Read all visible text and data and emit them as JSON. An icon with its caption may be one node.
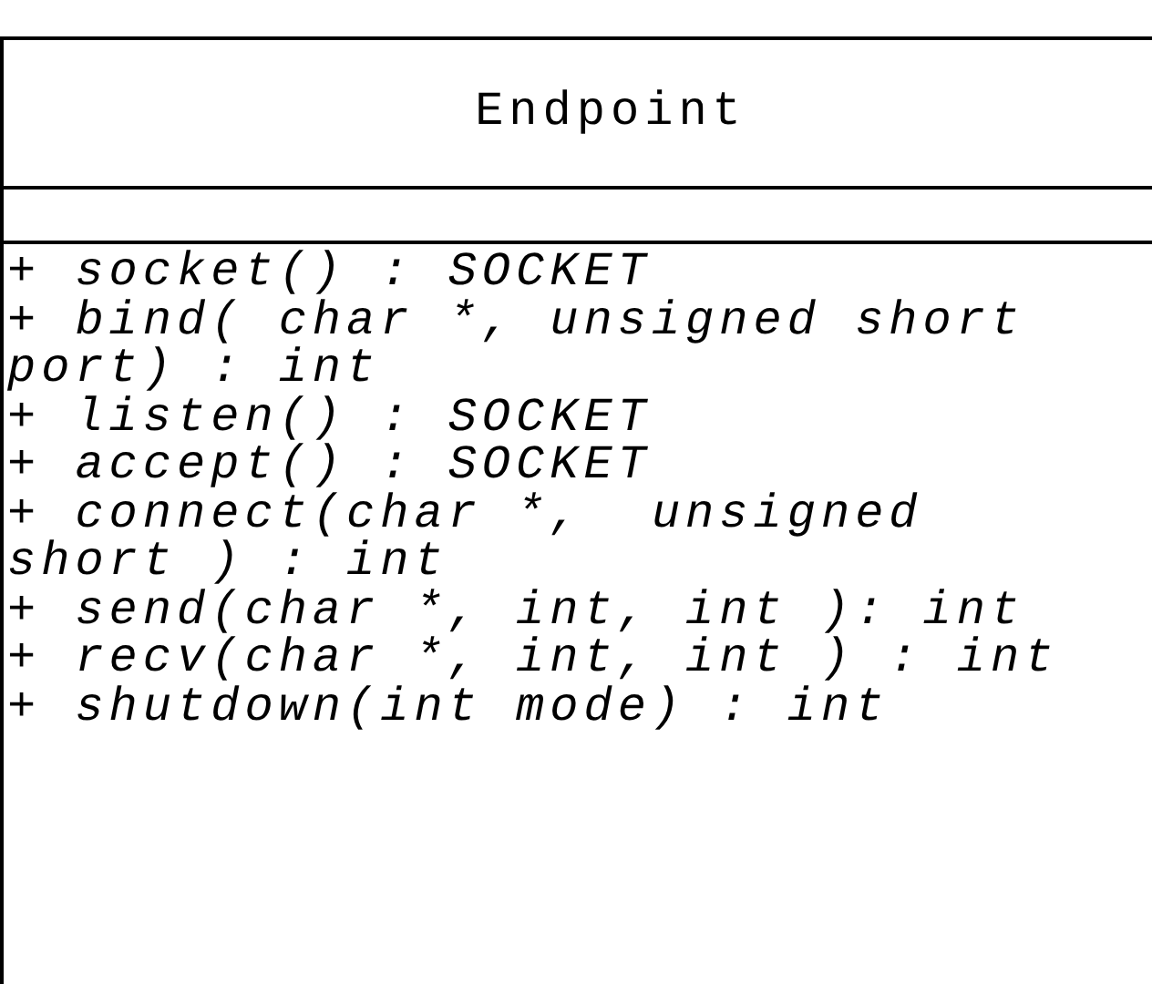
{
  "diagram": {
    "nodes": [
      {
        "text": [
          "Endpoint",
          "+ socket() : SOCKET",
          "+ bind( char *, unsigned short port) : int",
          "+ listen() : SOCKET",
          "+ accept() : SOCKET",
          "+ connect(char *,  unsigned short ) : int",
          "+ send(char *, int, int ): int",
          "+ recv(char *, int, int ) : int",
          "+ shutdown(int mode) : int"
        ]
      }
    ]
  }
}
